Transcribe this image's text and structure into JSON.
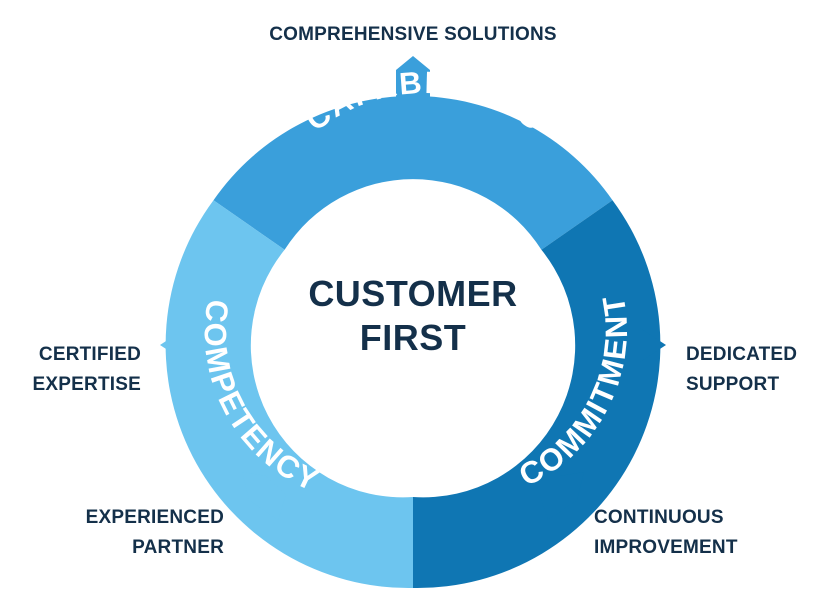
{
  "center": {
    "line1": "CUSTOMER",
    "line2": "FIRST"
  },
  "segments": [
    {
      "label": "CAPABILITIES",
      "color": "#3a9fdb"
    },
    {
      "label": "COMMITMENT",
      "color": "#0f76b3"
    },
    {
      "label": "COMPETENCY",
      "color": "#6dc5ef"
    }
  ],
  "outer_labels": {
    "top": "COMPREHENSIVE SOLUTIONS",
    "right_1": "DEDICATED",
    "right_2": "SUPPORT",
    "bottom_right_1": "CONTINUOUS",
    "bottom_right_2": "IMPROVEMENT",
    "bottom_left_1": "EXPERIENCED",
    "bottom_left_2": "PARTNER",
    "left_1": "CERTIFIED",
    "left_2": "EXPERTISE"
  },
  "colors": {
    "text": "#14304a",
    "background": "#ffffff"
  }
}
